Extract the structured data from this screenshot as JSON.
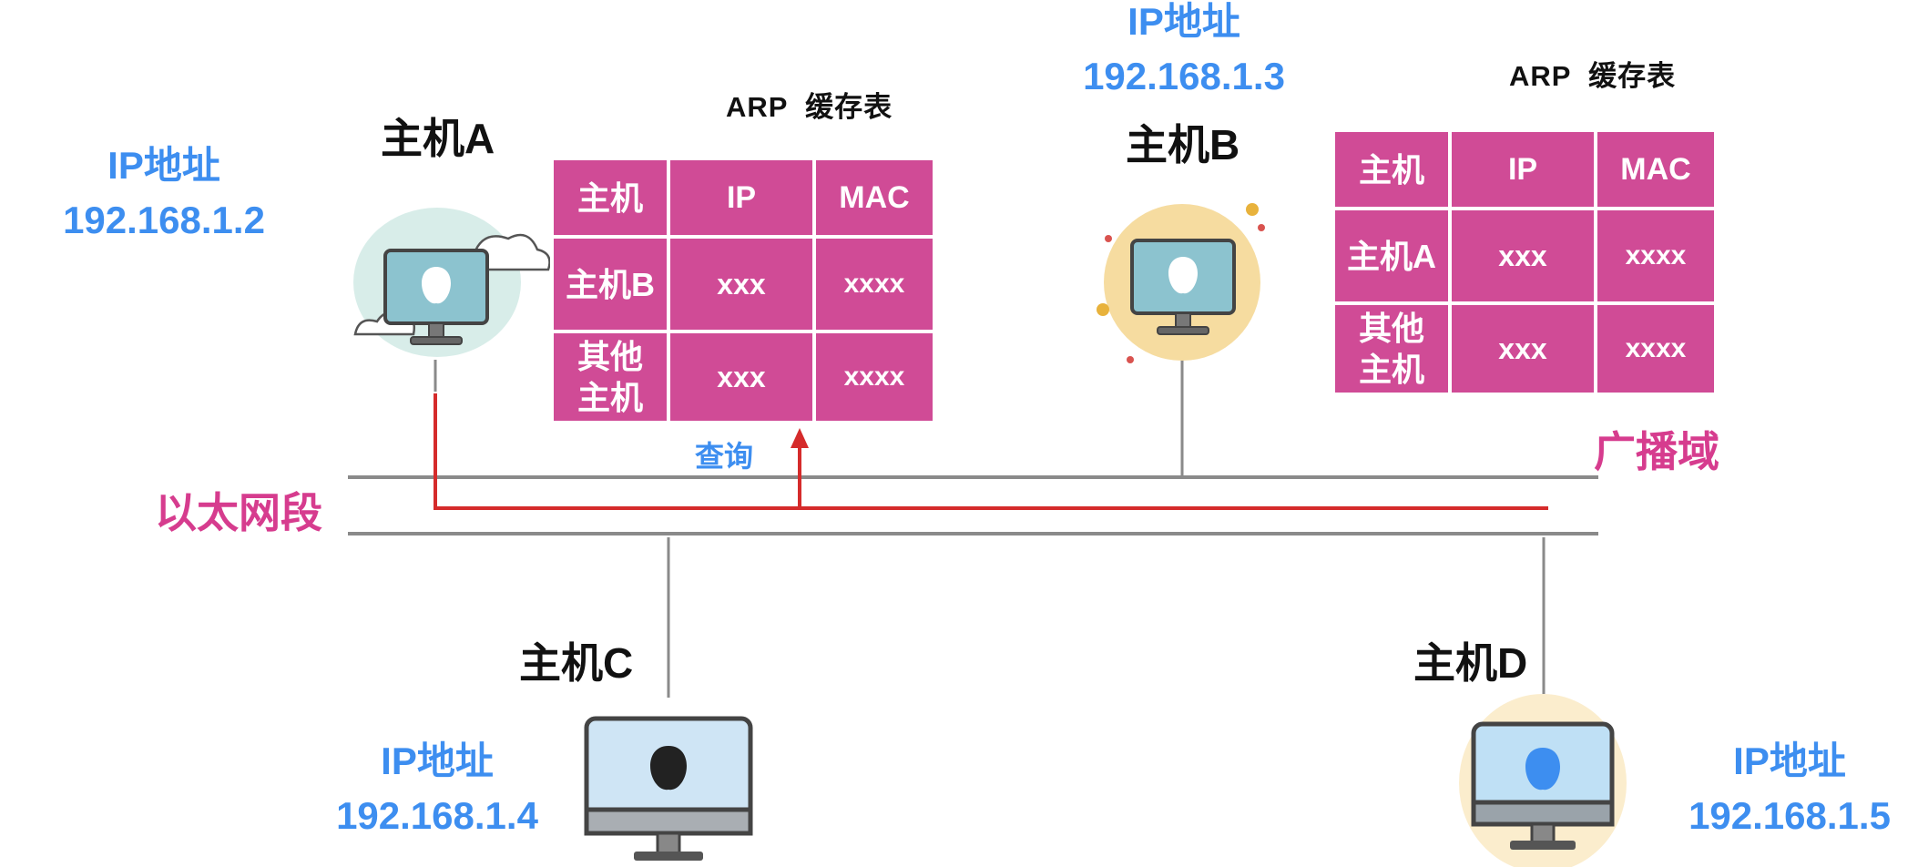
{
  "hosts": {
    "a": {
      "name": "主机A",
      "ip_label": "IP地址",
      "ip": "192.168.1.2"
    },
    "b": {
      "name": "主机B",
      "ip_label": "IP地址",
      "ip": "192.168.1.3"
    },
    "c": {
      "name": "主机C",
      "ip_label": "IP地址",
      "ip": "192.168.1.4"
    },
    "d": {
      "name": "主机D",
      "ip_label": "IP地址",
      "ip": "192.168.1.5"
    }
  },
  "table_a": {
    "title": "ARP  缓存表",
    "headers": [
      "主机",
      "IP",
      "MAC"
    ],
    "rows": [
      [
        "主机B",
        "xxx",
        "xxxx"
      ],
      [
        "其他\n主机",
        "xxx",
        "xxxx"
      ]
    ]
  },
  "table_b": {
    "title": "ARP  缓存表",
    "headers": [
      "主机",
      "IP",
      "MAC"
    ],
    "rows": [
      [
        "主机A",
        "xxx",
        "xxxx"
      ],
      [
        "其他\n主机",
        "xxx",
        "xxxx"
      ]
    ]
  },
  "labels": {
    "query": "查询",
    "segment": "以太网段",
    "broadcast": "广播域"
  },
  "colors": {
    "cell": "#d04b96",
    "ip_text": "#3d8ef0",
    "accent_pink": "#d63c8e",
    "query_line": "#d52b2b",
    "bus_line": "#8a8a8a"
  },
  "icons": {
    "host_a": "computer-cloud-icon",
    "host_b": "computer-sun-icon",
    "host_c": "computer-icon",
    "host_d": "computer-cloud-icon"
  }
}
